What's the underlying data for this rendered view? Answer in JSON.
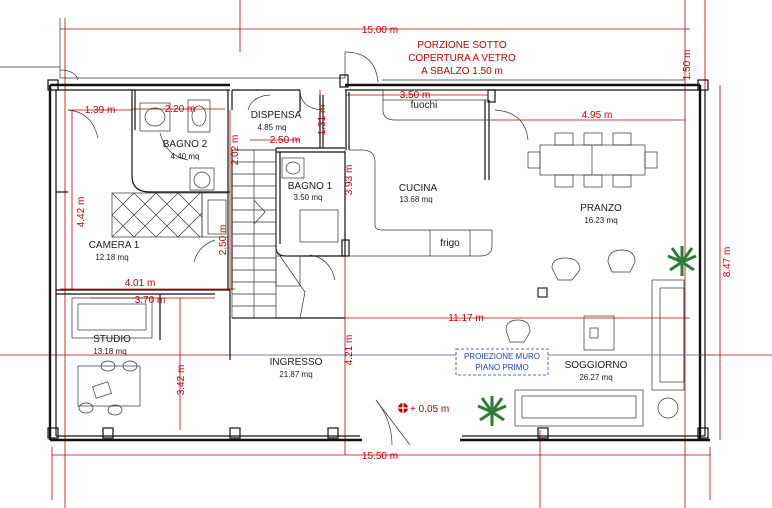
{
  "dimensions": {
    "top_width": "15.00 m",
    "bottom_width": "15.50 m",
    "right_overhang": "1.50 m",
    "right_height": "8.47 m",
    "bagno2_left": "1.39 m",
    "bagno2_top": "2.20 m",
    "fuochi_width": "3.50 m",
    "pranzo_width": "4.95 m",
    "dispensa_width": "2.50 m",
    "dispensa_depth": "1.31 m",
    "bagno1_height": "2.02 m",
    "camera_height": "4.42 m",
    "cucina_height": "3.93 m",
    "stair_width": "2.50 m",
    "camera_width": "4.01 m",
    "studio_width": "3.70 m",
    "main_span": "11.17 m",
    "ingresso_depth": "3.42 m",
    "mid_height": "4.21 m",
    "level": "+ 0.05 m"
  },
  "rooms": {
    "dispensa": {
      "name": "DISPENSA",
      "area": "4.85 mq"
    },
    "bagno2": {
      "name": "BAGNO 2",
      "area": "4.40 mq"
    },
    "bagno1": {
      "name": "BAGNO 1",
      "area": "3.50 mq"
    },
    "cucina": {
      "name": "CUCINA",
      "area": "13.68 mq"
    },
    "pranzo": {
      "name": "PRANZO",
      "area": "16.23 mq"
    },
    "camera1": {
      "name": "CAMERA 1",
      "area": "12.18 mq"
    },
    "studio": {
      "name": "STUDIO",
      "area": "13.18 mq"
    },
    "ingresso": {
      "name": "INGRESSO",
      "area": "21.87 mq"
    },
    "soggiorno": {
      "name": "SOGGIORNO",
      "area": "26.27 mq"
    }
  },
  "labels": {
    "fuochi": "fuochi",
    "frigo": "frigo",
    "portico_line1": "PORZIONE SOTTO",
    "portico_line2": "COPERTURA A VETRO",
    "portico_line3": "A SBALZO 1.50 m",
    "proiezione_line1": "PROIEZIONE MURO",
    "proiezione_line2": "PIANO PRIMO"
  },
  "colors": {
    "dimension": "#c00000",
    "walls": "#111111",
    "projection": "#1f3fbf",
    "plant": "#2e7d32"
  }
}
